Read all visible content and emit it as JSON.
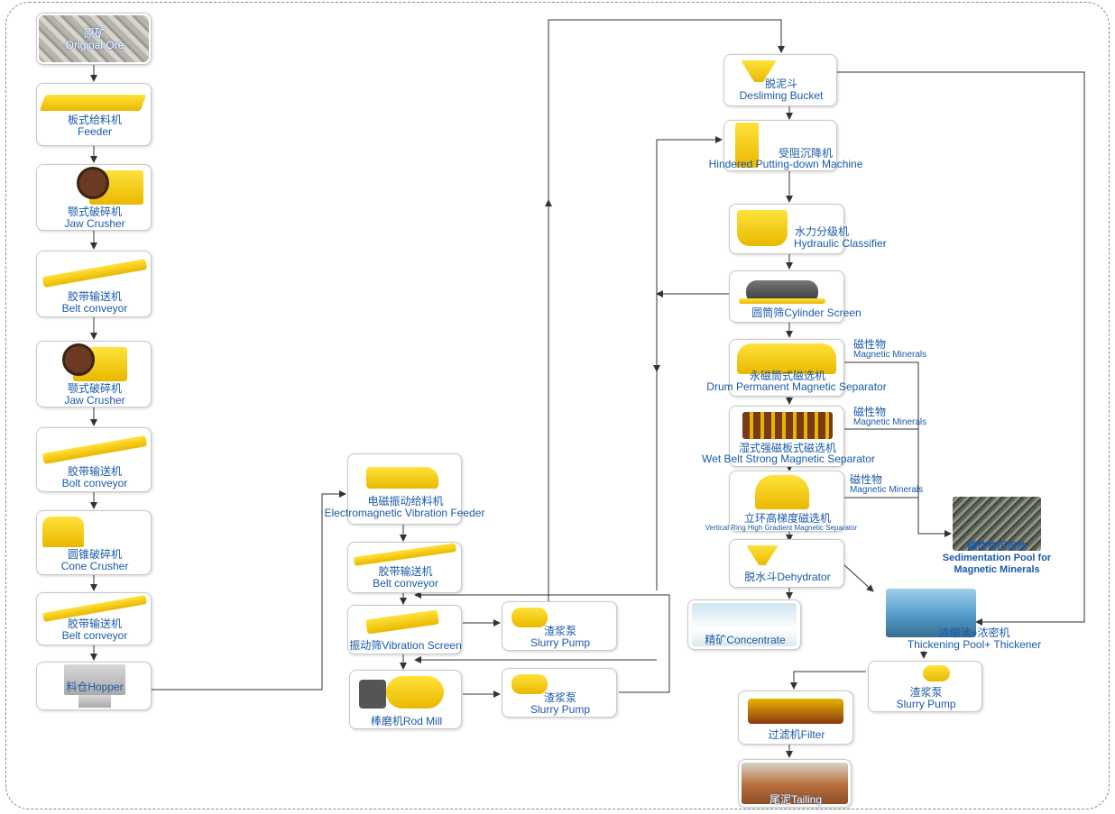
{
  "nodes": {
    "original_ore": {
      "zh": "原矿",
      "en": "Original Ore"
    },
    "feeder": {
      "zh": "板式给料机",
      "en": "Feeder"
    },
    "jaw1": {
      "zh": "颚式破碎机",
      "en": "Jaw Crusher"
    },
    "belt1": {
      "zh": "胶带输送机",
      "en": "Belt conveyor"
    },
    "jaw2": {
      "zh": "颚式破碎机",
      "en": "Jaw Crusher"
    },
    "belt2": {
      "zh": "胶带输送机",
      "en": "Bolt conveyor"
    },
    "cone": {
      "zh": "圆锥破碎机",
      "en": "Cone Crusher"
    },
    "belt3": {
      "zh": "胶带输送机",
      "en": "Belt conveyor"
    },
    "hopper": {
      "zh": "料仓",
      "en": "Hopper"
    },
    "em_feeder": {
      "zh": "电磁振动给料机",
      "en": "Electromagnetic Vibration Feeder"
    },
    "belt4": {
      "zh": "胶带输送机",
      "en": "Belt conveyor"
    },
    "vib_screen": {
      "zh": "振动筛",
      "en": "Vibration Screen"
    },
    "rod_mill": {
      "zh": "棒磨机",
      "en": "Rod Mill"
    },
    "pump1": {
      "zh": "渣浆泵",
      "en": "Slurry Pump"
    },
    "pump2": {
      "zh": "渣浆泵",
      "en": "Slurry Pump"
    },
    "desliming": {
      "zh": "脱泥斗",
      "en": "Desliming Bucket"
    },
    "hindered": {
      "zh": "受阻沉降机",
      "en": "Hindered Putting-down Machine"
    },
    "hydraulic": {
      "zh": "水力分级机",
      "en": "Hydraulic Classifier"
    },
    "cylinder": {
      "zh": "圆筒筛",
      "en": "Cylinder Screen"
    },
    "drum": {
      "zh": "永磁筒式磁选机",
      "en": "Drum Permanent Magnetic Separator"
    },
    "wet_belt": {
      "zh": "湿式强磁板式磁选机",
      "en": "Wet Belt Strong Magnetic Separator"
    },
    "vertical_ring": {
      "zh": "立环高梯度磁选机",
      "en": "Vertical Ring High Gradient Magnetic Separator"
    },
    "dehydrator": {
      "zh": "脱水斗",
      "en": "Dehydrator"
    },
    "concentrate": {
      "zh": "精矿",
      "en": "Concentrate"
    },
    "sedimentation": {
      "zh": "磁性物沉淀池",
      "en1": "Sedimentation Pool for",
      "en2": "Magnetic Minerals"
    },
    "thickening": {
      "zh": "浓缩池+浓密机",
      "en": "Thickening Pool+ Thickener"
    },
    "pump3": {
      "zh": "渣浆泵",
      "en": "Slurry Pump"
    },
    "filter": {
      "zh": "过滤机",
      "en": "Filter"
    },
    "tailing": {
      "zh": "尾泥",
      "en": "Tailing"
    }
  },
  "magnetic_label": {
    "zh": "磁性物",
    "en": "Magnetic  Minerals"
  },
  "colors": {
    "label": "#1a5aa8",
    "arrow": "#333333",
    "machine": "#f2c500"
  }
}
